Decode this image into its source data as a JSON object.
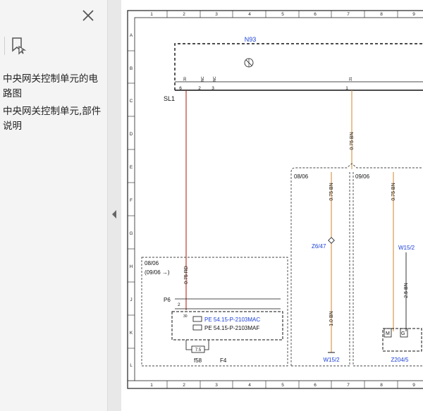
{
  "sidebar": {
    "bookmarks": [
      {
        "label": "中央网关控制单元的电路图"
      },
      {
        "label": "中央网关控制单元,部件说明"
      }
    ]
  },
  "diagram": {
    "col_numbers": [
      "1",
      "2",
      "3",
      "4",
      "5",
      "6",
      "7",
      "8",
      "9"
    ],
    "row_letters": [
      "A",
      "B",
      "C",
      "D",
      "E",
      "F",
      "G",
      "H",
      "J",
      "K",
      "L"
    ],
    "n93": "N93",
    "sl1": "SL1",
    "pin_6": "6",
    "pin_2": "2",
    "pin_3": "3",
    "pin_1": "1",
    "pin_tag_30": "30",
    "pin_tag_nc_a": "NC",
    "pin_tag_nc_b": "NC",
    "pin_tag_31": "31",
    "wire_top_bn": "0.75 BN",
    "box1_arrow": "08/06",
    "box1_paren": "(09/06 →)",
    "wire_rd": "0.75 RD",
    "p6": "P6",
    "p6_pin": "2",
    "p6_pin30": "30",
    "ref_mac": "PE 54.15-P-2103MAC",
    "ref_maf": "PE 54.15-P-2103MAF",
    "fuse_value": "7.5",
    "f58": "f58",
    "f4": "F4",
    "box2_arrow": "08/06",
    "box2_bn_top": "0.75 BN",
    "z6_47": "Z6/47",
    "box2_bn_bottom": "1.0 BN",
    "w15_2_left": "W15/2",
    "box3_arrow": "09/06",
    "box3_bn": "0.75 BN",
    "w15_2_right": "W15/2",
    "box3_bn_25": "2.5 BN",
    "m_label": "M",
    "g_label": "G",
    "z204_5": "Z204/5"
  }
}
